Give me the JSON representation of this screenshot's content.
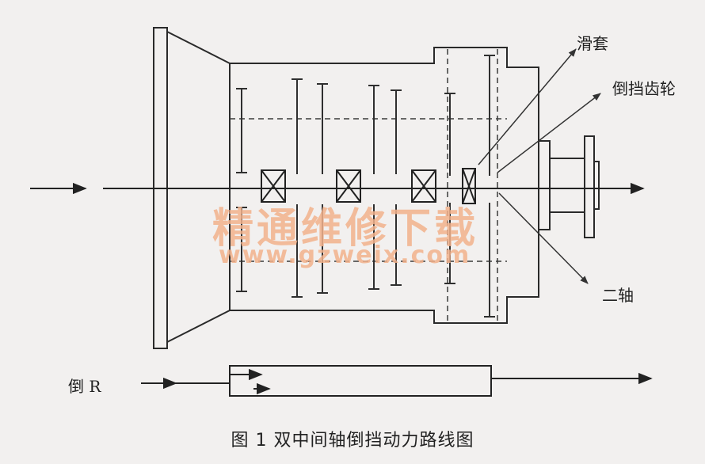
{
  "figure": {
    "caption": "图 1   双中间轴倒挡动力路线图",
    "labels": {
      "sleeve": "滑套",
      "reverse_gear": "倒挡齿轮",
      "second_shaft": "二轴",
      "reverse": "倒  R"
    },
    "watermark": {
      "text": "精通维修下载",
      "url": "www.gzweix.com"
    }
  }
}
